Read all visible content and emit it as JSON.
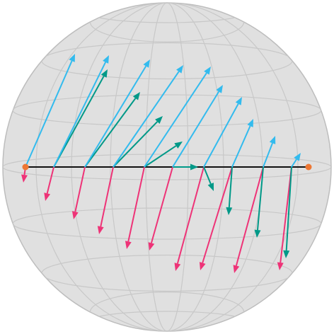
{
  "colors": {
    "background": "#ffffff",
    "sphere_fill": "#e0e0e0",
    "sphere_grid": "#c8c8c8",
    "sphere_outline": "#bdbdbd",
    "geodesic": "#111111",
    "endpoint": "#ee7733",
    "vector_u": "#33bbee",
    "vector_v": "#009988",
    "vector_w": "#ee3377"
  },
  "geodesic": {
    "start": {
      "label": "",
      "x": -1,
      "y": 0
    },
    "end": {
      "label": "",
      "x": 1,
      "y": 0
    }
  },
  "frames": [
    {
      "t": 0.0,
      "u": [
        0.7,
        1.6
      ],
      "v": [
        0,
        0
      ],
      "w": [
        -0.03,
        -0.22
      ]
    },
    {
      "t": 0.1,
      "u": [
        0.78,
        1.58
      ],
      "v": [
        0.76,
        1.38
      ],
      "w": [
        -0.12,
        -0.48
      ]
    },
    {
      "t": 0.21,
      "u": [
        0.92,
        1.52
      ],
      "v": [
        0.78,
        1.06
      ],
      "w": [
        -0.16,
        -0.74
      ]
    },
    {
      "t": 0.31,
      "u": [
        0.99,
        1.44
      ],
      "v": [
        0.7,
        0.72
      ],
      "w": [
        -0.2,
        -0.95
      ]
    },
    {
      "t": 0.42,
      "u": [
        0.94,
        1.42
      ],
      "v": [
        0.54,
        0.36
      ],
      "w": [
        -0.25,
        -1.16
      ]
    },
    {
      "t": 0.52,
      "u": [
        0.71,
        1.16
      ],
      "v": [
        0.36,
        0
      ],
      "w": [
        -0.33,
        -1.18
      ]
    },
    {
      "t": 0.63,
      "u": [
        0.54,
        0.99
      ],
      "v": [
        0.14,
        -0.34
      ],
      "w": [
        -0.4,
        -1.47
      ]
    },
    {
      "t": 0.73,
      "u": [
        0.3,
        0.68
      ],
      "v": [
        -0.05,
        -0.68
      ],
      "w": [
        -0.45,
        -1.46
      ]
    },
    {
      "t": 0.84,
      "u": [
        0.17,
        0.44
      ],
      "v": [
        -0.09,
        -1.0
      ],
      "w": [
        -0.41,
        -1.5
      ]
    },
    {
      "t": 0.94,
      "u": [
        0.13,
        0.2
      ],
      "v": [
        -0.08,
        -1.29
      ],
      "w": [
        -0.17,
        -1.46
      ]
    }
  ]
}
